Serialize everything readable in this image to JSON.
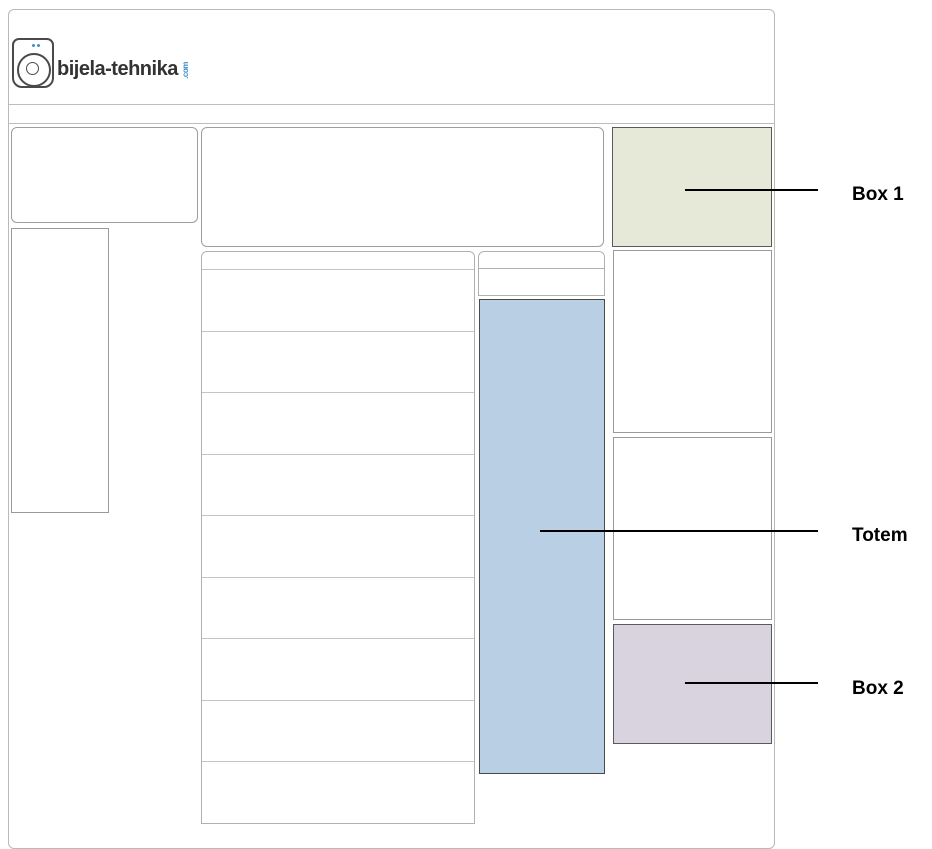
{
  "logo": {
    "name": "bijela-tehnika",
    "tld": ".com"
  },
  "callouts": {
    "box1": "Box 1",
    "totem": "Totem",
    "box2": "Box 2"
  },
  "colors": {
    "box1_fill": "#e6e8d8",
    "totem_fill": "#b9cfe3",
    "box2_fill": "#d8d3df",
    "frame_border": "#b9b9b9",
    "logo_accent": "#3f8fc9"
  },
  "list_rows": 9
}
